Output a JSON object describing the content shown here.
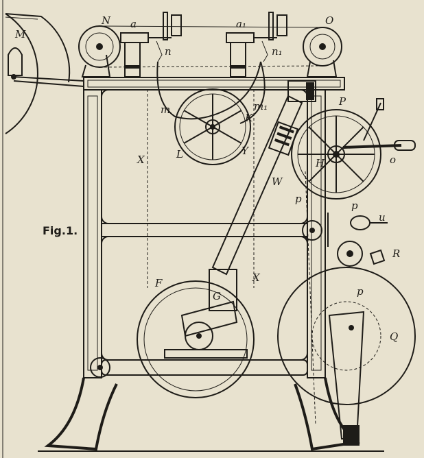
{
  "figure": {
    "caption": "Fig.1."
  },
  "labels": {
    "M": "M",
    "N": "N",
    "a": "a",
    "a1": "a₁",
    "O": "O",
    "n": "n",
    "n1": "n₁",
    "m": "m",
    "m1": "m₁",
    "P": "P",
    "K": "K",
    "Y": "Y",
    "L": "L",
    "X_left": "X",
    "X_right": "X",
    "H": "H",
    "o": "o",
    "W": "W",
    "p_left": "p",
    "p_right": "p",
    "p_low": "p",
    "u": "u",
    "R": "R",
    "F": "F",
    "G": "G",
    "Q": "Q"
  },
  "colors": {
    "paper": "#e8e2cf",
    "ink": "#1e1c18"
  }
}
